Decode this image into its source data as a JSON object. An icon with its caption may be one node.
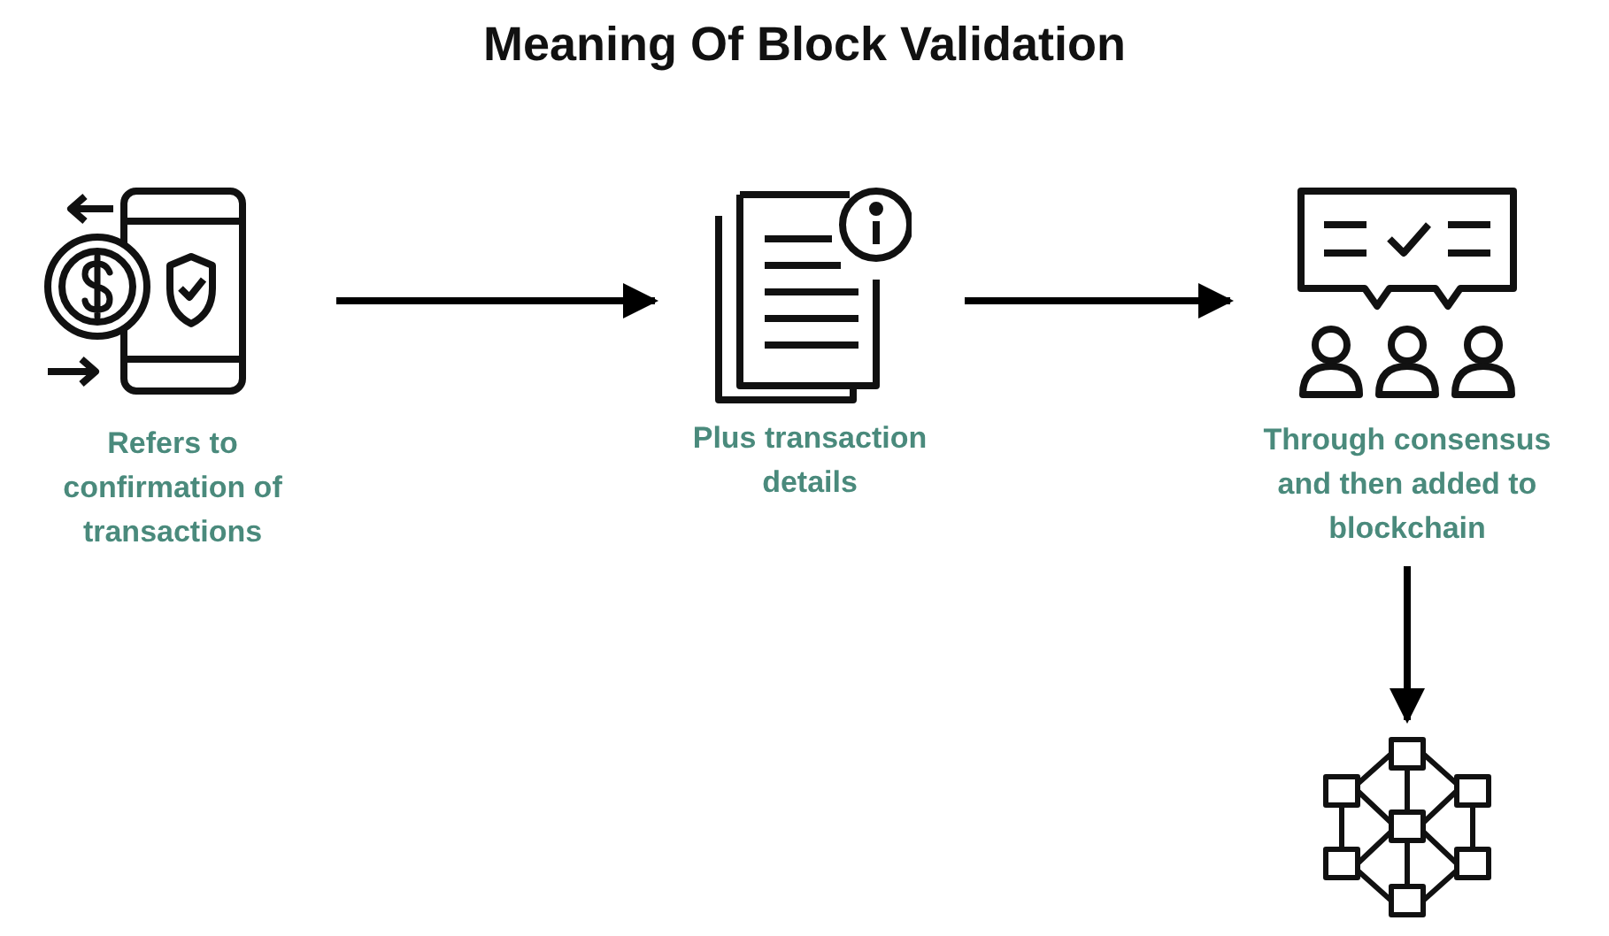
{
  "diagram": {
    "title": "Meaning Of Block Validation",
    "nodes": [
      {
        "text": [
          "Refers to confirmation of transactions"
        ]
      },
      {
        "text": [
          "Plus transaction details"
        ]
      },
      {
        "text": [
          "Through consensus and then added to blockchain"
        ]
      },
      {
        "text": [],
        "shape": "picture"
      }
    ],
    "edges": [
      {
        "from": 0,
        "to": 1,
        "arrow": "to"
      },
      {
        "from": 1,
        "to": 2,
        "arrow": "to"
      },
      {
        "from": 2,
        "to": 3,
        "arrow": "to"
      }
    ]
  }
}
